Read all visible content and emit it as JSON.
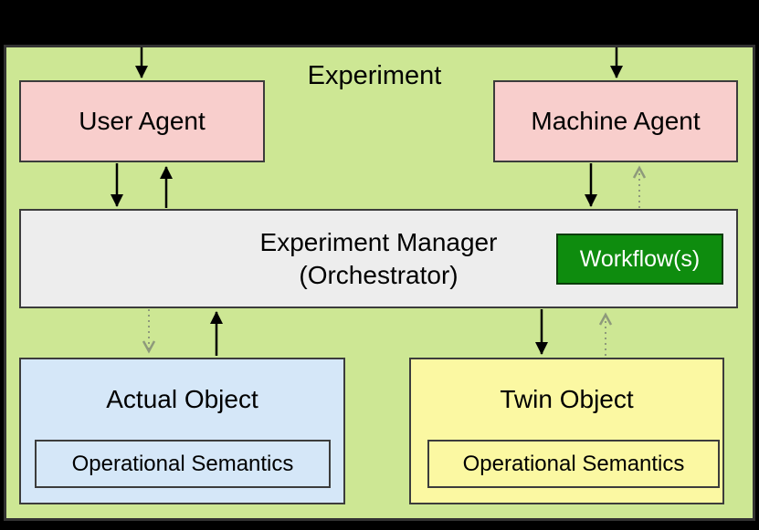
{
  "diagram": {
    "title": "Experiment",
    "nodes": {
      "user_agent": {
        "label": "User Agent",
        "fill": "#f8cecc"
      },
      "machine_agent": {
        "label": "Machine Agent",
        "fill": "#f8cecc"
      },
      "manager": {
        "label_line1": "Experiment Manager",
        "label_line2": "(Orchestrator)",
        "fill": "#ededed"
      },
      "workflow": {
        "label": "Workflow(s)",
        "fill": "#0e8c0e",
        "text_color": "#ffffff"
      },
      "actual_object": {
        "label": "Actual Object",
        "sub_label": "Operational Semantics",
        "fill": "#d5e7f8"
      },
      "twin_object": {
        "label": "Twin Object",
        "sub_label": "Operational Semantics",
        "fill": "#fbf8a2"
      }
    },
    "colors": {
      "canvas_background": "#000000",
      "container_fill": "#cde794",
      "container_border": "#333333",
      "node_border": "#3c3c3c",
      "solid_arrow": "#000000",
      "dotted_arrow": "#8e9a7b"
    },
    "edges": [
      {
        "from": "outside-top",
        "to": "user_agent",
        "style": "solid"
      },
      {
        "from": "outside-top",
        "to": "machine_agent",
        "style": "solid"
      },
      {
        "from": "user_agent",
        "to": "manager",
        "style": "solid"
      },
      {
        "from": "manager",
        "to": "user_agent",
        "style": "solid"
      },
      {
        "from": "machine_agent",
        "to": "manager",
        "style": "solid"
      },
      {
        "from": "manager",
        "to": "machine_agent",
        "style": "dotted"
      },
      {
        "from": "manager",
        "to": "actual_object",
        "style": "dotted"
      },
      {
        "from": "actual_object",
        "to": "manager",
        "style": "solid"
      },
      {
        "from": "manager",
        "to": "twin_object",
        "style": "solid"
      },
      {
        "from": "twin_object",
        "to": "manager",
        "style": "dotted"
      }
    ]
  }
}
